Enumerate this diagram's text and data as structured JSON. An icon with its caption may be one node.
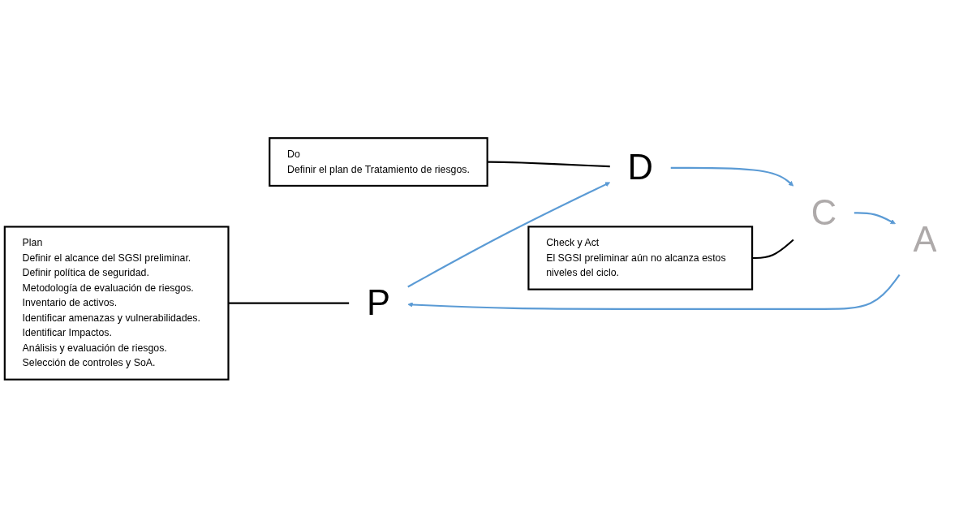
{
  "diagram": {
    "nodes": [
      {
        "text": [
          "Plan",
          "Definir el alcance del SGSI preliminar.",
          "Definir política de seguridad.",
          "Metodología de evaluación de riesgos. Inventario de activos.",
          "Identificar amenazas y vulnerabilidades.",
          "Identificar Impactos.",
          "Análisis y evaluación de riesgos.",
          "Selección de controles y SoA."
        ]
      },
      {
        "text": [
          "Do",
          "Definir el plan de Tratamiento de riesgos."
        ]
      },
      {
        "text": [
          "P"
        ]
      },
      {
        "text": [
          "D"
        ]
      },
      {
        "text": [
          "Check y Act",
          "El SGSI preliminar aún no alcanza estos niveles del ciclo."
        ]
      },
      {
        "text": [
          "C"
        ]
      },
      {
        "text": [
          "A"
        ]
      }
    ],
    "edges": [
      {
        "from": 0,
        "to": 2,
        "arrow": "none",
        "color": "#000000"
      },
      {
        "from": 1,
        "to": 3,
        "arrow": "none",
        "color": "#000000"
      },
      {
        "from": 2,
        "to": 3,
        "arrow": "to"
      },
      {
        "from": 3,
        "to": 5,
        "arrow": "to"
      },
      {
        "from": 4,
        "to": 5,
        "arrow": "none",
        "color": "#000000"
      },
      {
        "from": 5,
        "to": 6,
        "arrow": "to"
      },
      {
        "from": 6,
        "to": 2,
        "arrow": "to"
      }
    ]
  }
}
